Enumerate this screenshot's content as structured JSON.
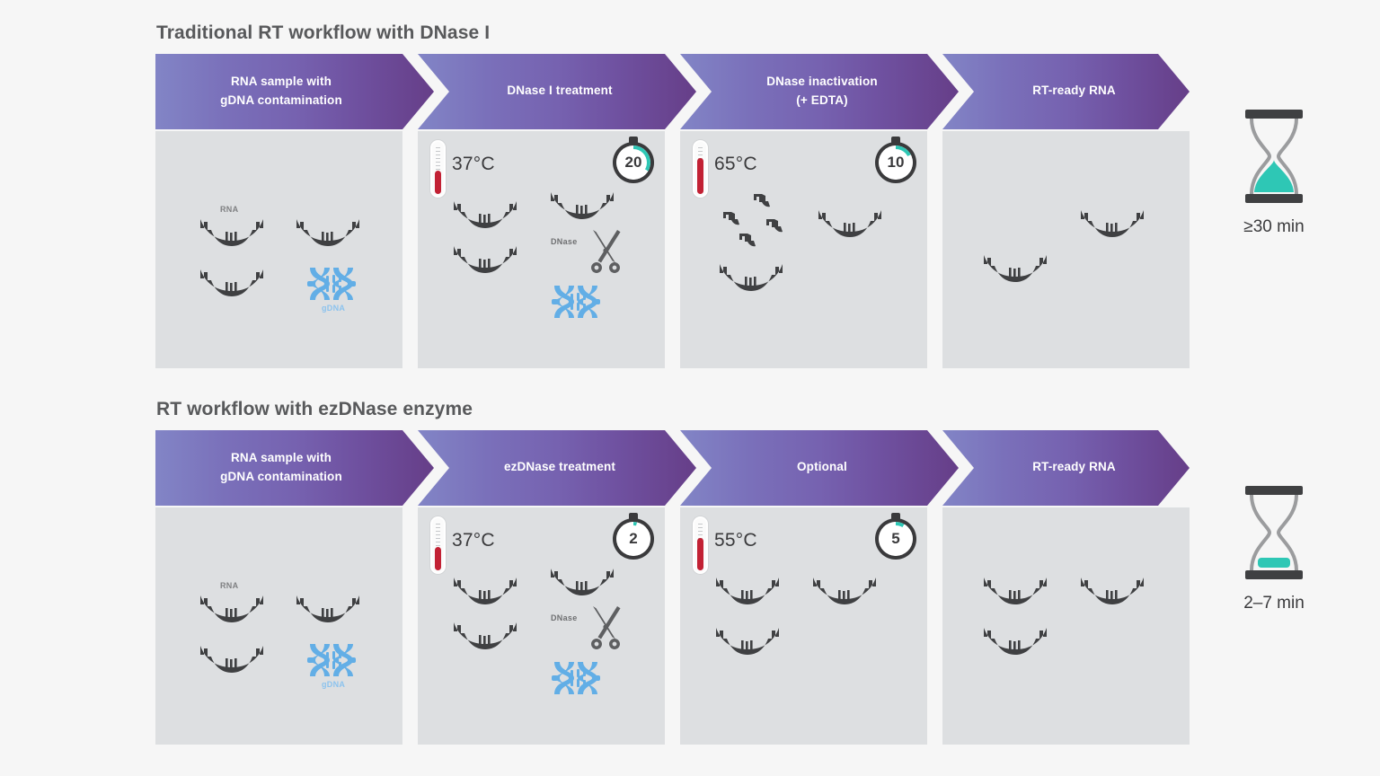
{
  "page": {
    "background": "#f6f6f6",
    "accent_purple_light": "#8183c4",
    "accent_purple_dark": "#673f89",
    "panel_gray": "#dddfe1",
    "teal": "#2ec7b5",
    "rna_color": "#3f4042",
    "dna_color": "#62aee6",
    "thermo_red": "#c22134"
  },
  "workflows": [
    {
      "id": "traditional",
      "title": "Traditional RT workflow with DNase I",
      "steps": [
        {
          "label_line1": "RNA sample with",
          "label_line2": "gDNA contamination"
        },
        {
          "label_line1": "DNase I treatment",
          "label_line2": ""
        },
        {
          "label_line1": "DNase inactivation",
          "label_line2": "(+ EDTA)"
        },
        {
          "label_line1": "RT-ready RNA",
          "label_line2": ""
        }
      ],
      "panels": [
        {
          "name": "rna-sample-panel",
          "temperature": "",
          "timer": "",
          "labels": {
            "rna": "RNA",
            "gdna": "gDNA"
          }
        },
        {
          "name": "dnase-treatment-panel",
          "temperature": "37°C",
          "timer": "20",
          "labels": {
            "dnase": "DNase"
          }
        },
        {
          "name": "dnase-inactivation-panel",
          "temperature": "65°C",
          "timer": "10",
          "labels": {}
        },
        {
          "name": "rt-ready-rna-panel",
          "temperature": "",
          "timer": "",
          "labels": {}
        }
      ],
      "duration": {
        "icon": "hourglass-icon",
        "caption": "≥30 min",
        "fill_level": "high"
      }
    },
    {
      "id": "ezdnase",
      "title": "RT workflow with ezDNase enzyme",
      "steps": [
        {
          "label_line1": "RNA sample with",
          "label_line2": "gDNA contamination"
        },
        {
          "label_line1": "ezDNase treatment",
          "label_line2": ""
        },
        {
          "label_line1": "Optional",
          "label_line2": ""
        },
        {
          "label_line1": "RT-ready RNA",
          "label_line2": ""
        }
      ],
      "panels": [
        {
          "name": "rna-sample-panel",
          "temperature": "",
          "timer": "",
          "labels": {
            "rna": "RNA",
            "gdna": "gDNA"
          }
        },
        {
          "name": "ezdnase-treatment-panel",
          "temperature": "37°C",
          "timer": "2",
          "labels": {
            "dnase": "DNase"
          }
        },
        {
          "name": "optional-panel",
          "temperature": "55°C",
          "timer": "5",
          "labels": {}
        },
        {
          "name": "rt-ready-rna-panel",
          "temperature": "",
          "timer": "",
          "labels": {}
        }
      ],
      "duration": {
        "icon": "hourglass-icon",
        "caption": "2–7 min",
        "fill_level": "low"
      }
    }
  ]
}
